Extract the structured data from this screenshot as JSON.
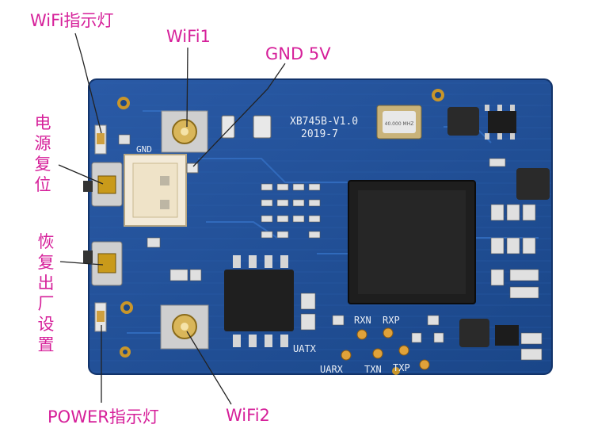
{
  "callouts": {
    "wifi_led": "WiFi指示灯",
    "wifi1": "WiFi1",
    "gnd_5v": "GND 5V",
    "power_reset": "电源复位",
    "factory_reset": "恢复出厂设置",
    "power_led": "POWER指示灯",
    "wifi2": "WiFi2"
  },
  "silkscreen": {
    "model": "XB745B-V1.0",
    "date": "2019-7",
    "gnd": "GND",
    "uatx": "UATX",
    "uarx": "UARX",
    "rxn": "RXN",
    "rxp": "RXP",
    "txn": "TXN",
    "txp": "TXP",
    "crystal": "40.000 MHZ"
  },
  "colors": {
    "callout": "#d6209a",
    "pcb": "#1f4f9a",
    "pad_gold": "#d89a1e"
  }
}
